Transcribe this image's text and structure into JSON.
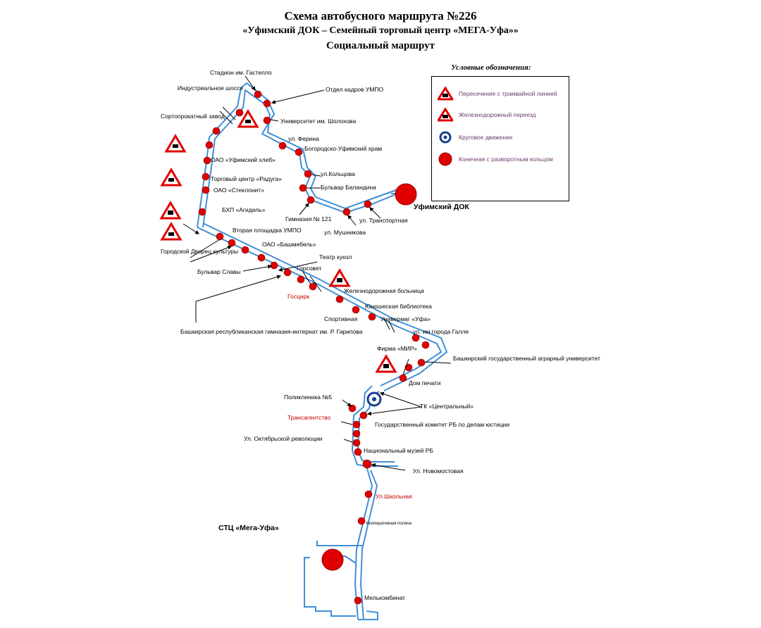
{
  "title": {
    "line1": "Схема автобусного маршрута №226",
    "line2": "«Уфимский ДОК – Семейный торговый центр «МЕГА-Уфа»»",
    "line3": "Социальный маршрут"
  },
  "legend": {
    "title": "Условные обозначения:",
    "items": [
      {
        "icon": "tram-crossing-icon",
        "text": "Пересечение с трамвайной линией"
      },
      {
        "icon": "railway-crossing-icon",
        "text": "Железнодорожный переезд"
      },
      {
        "icon": "roundabout-icon",
        "text": "Круговое движение"
      },
      {
        "icon": "terminal-stop-icon",
        "text": "Конечная с разворотным кольцом"
      }
    ]
  },
  "terminals": {
    "north": "Уфимский ДОК",
    "south": "СТЦ «Мега-Уфа»"
  },
  "stops": [
    "Стадион им. Гастелло",
    "Отдел кадров УМПО",
    "Индустриальное шоссе",
    "Университет им. Шолохова",
    "Сортопрокатный завод",
    "ул. Ферина",
    "Богородско-Уфимский храм",
    "ОАО «Уфимский хлеб»",
    "ул.Кольцова",
    "Торговый центр «Радуга»",
    "ОАО «Стеклонит»",
    "Бульвар Баландина",
    "Гимназия № 121",
    "ул. Транспортная",
    "ул. Мушникова",
    "БХП «Агидель»",
    "Вторая площадка УМПО",
    "Городской Дворец культуры",
    "ОАО «Башмебель»",
    "Бульвар Славы",
    "Театр кукол",
    "Горсовет",
    "Госцирк",
    "Железнодорожная больница",
    "Юношеская библиотека",
    "Спортивная",
    "Универмаг «Уфа»",
    "Башкирская республиканская гимназия-интернат им. Р. Гарипова",
    "ул. им города Галле",
    "Фирма «МИР»",
    "Башкирский государственный аграрный университет",
    "Дом печати",
    "Поликлиника №5",
    "ТК «Центральный»",
    "Трансагентство",
    "Государственный комитет РБ по делам юстиции",
    "Ул. Октябрьской революции",
    "Национальный музей РБ",
    "Ул. Новомостовая",
    "Ул.Школьная",
    "Кооперативная поляна",
    "Мелькомбинат"
  ],
  "colors": {
    "route": "#3f8fd6",
    "stop": "#e00000",
    "hazard": "#e00000"
  }
}
